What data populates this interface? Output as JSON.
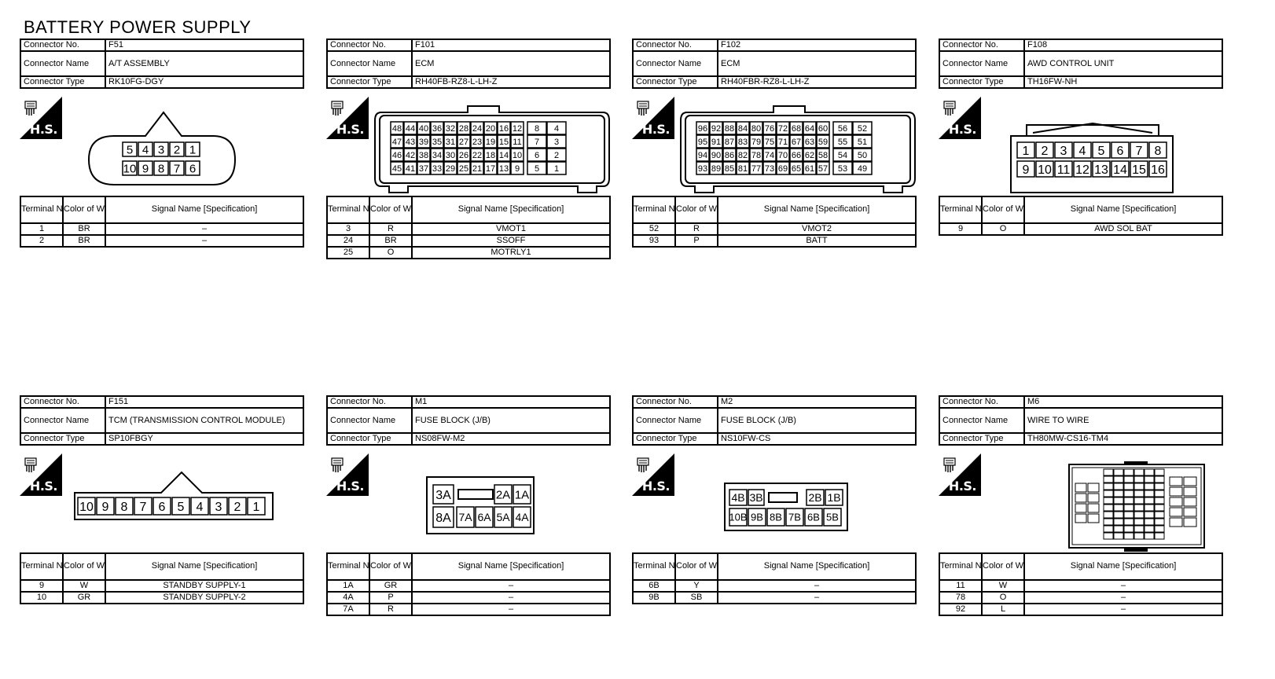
{
  "title": "BATTERY POWER SUPPLY",
  "labels": {
    "connector_no": "Connector No.",
    "connector_name": "Connector Name",
    "connector_type": "Connector Type",
    "terminal_no": "Terminal No.",
    "color_of_wire": "Color of Wire",
    "signal_name": "Signal Name [Specification]",
    "hs": "H.S."
  },
  "connectors": [
    {
      "no": "F51",
      "name": "A/T ASSEMBLY",
      "type": "RK10FG-DGY",
      "pin_rows": [
        [
          "5",
          "4",
          "3",
          "2",
          "1"
        ],
        [
          "10",
          "9",
          "8",
          "7",
          "6"
        ]
      ],
      "terminals": [
        {
          "terminal": "1",
          "color": "BR",
          "signal": "–"
        },
        {
          "terminal": "2",
          "color": "BR",
          "signal": "–"
        }
      ]
    },
    {
      "no": "F101",
      "name": "ECM",
      "type": "RH40FB-RZ8-L-LH-Z",
      "pin_rows": [
        [
          "48",
          "44",
          "40",
          "36",
          "32",
          "28",
          "24",
          "20",
          "16",
          "12",
          "8",
          "4"
        ],
        [
          "47",
          "43",
          "39",
          "35",
          "31",
          "27",
          "23",
          "19",
          "15",
          "11",
          "7",
          "3"
        ],
        [
          "46",
          "42",
          "38",
          "34",
          "30",
          "26",
          "22",
          "18",
          "14",
          "10",
          "6",
          "2"
        ],
        [
          "45",
          "41",
          "37",
          "33",
          "29",
          "25",
          "21",
          "17",
          "13",
          "9",
          "5",
          "1"
        ]
      ],
      "terminals": [
        {
          "terminal": "3",
          "color": "R",
          "signal": "VMOT1"
        },
        {
          "terminal": "24",
          "color": "BR",
          "signal": "SSOFF"
        },
        {
          "terminal": "25",
          "color": "O",
          "signal": "MOTRLY1"
        }
      ]
    },
    {
      "no": "F102",
      "name": "ECM",
      "type": "RH40FBR-RZ8-L-LH-Z",
      "pin_rows": [
        [
          "96",
          "92",
          "88",
          "84",
          "80",
          "76",
          "72",
          "68",
          "64",
          "60",
          "56",
          "52"
        ],
        [
          "95",
          "91",
          "87",
          "83",
          "79",
          "75",
          "71",
          "67",
          "63",
          "59",
          "55",
          "51"
        ],
        [
          "94",
          "90",
          "86",
          "82",
          "78",
          "74",
          "70",
          "66",
          "62",
          "58",
          "54",
          "50"
        ],
        [
          "93",
          "89",
          "85",
          "81",
          "77",
          "73",
          "69",
          "65",
          "61",
          "57",
          "53",
          "49"
        ]
      ],
      "terminals": [
        {
          "terminal": "52",
          "color": "R",
          "signal": "VMOT2"
        },
        {
          "terminal": "93",
          "color": "P",
          "signal": "BATT"
        }
      ]
    },
    {
      "no": "F108",
      "name": "AWD CONTROL UNIT",
      "type": "TH16FW-NH",
      "pin_rows": [
        [
          "1",
          "2",
          "3",
          "4",
          "5",
          "6",
          "7",
          "8"
        ],
        [
          "9",
          "10",
          "11",
          "12",
          "13",
          "14",
          "15",
          "16"
        ]
      ],
      "terminals": [
        {
          "terminal": "9",
          "color": "O",
          "signal": "AWD SOL BAT"
        }
      ]
    },
    {
      "no": "F151",
      "name": "TCM (TRANSMISSION CONTROL MODULE)",
      "type": "SP10FBGY",
      "pin_rows": [
        [
          "10",
          "9",
          "8",
          "7",
          "6",
          "5",
          "4",
          "3",
          "2",
          "1"
        ]
      ],
      "terminals": [
        {
          "terminal": "9",
          "color": "W",
          "signal": "STANDBY SUPPLY-1"
        },
        {
          "terminal": "10",
          "color": "GR",
          "signal": "STANDBY SUPPLY-2"
        }
      ]
    },
    {
      "no": "M1",
      "name": "FUSE BLOCK (J/B)",
      "type": "NS08FW-M2",
      "pin_rows": [
        [
          "3A",
          "",
          "2A",
          "1A"
        ],
        [
          "8A",
          "7A",
          "6A",
          "5A",
          "4A"
        ]
      ],
      "terminals": [
        {
          "terminal": "1A",
          "color": "GR",
          "signal": "–"
        },
        {
          "terminal": "4A",
          "color": "P",
          "signal": "–"
        },
        {
          "terminal": "7A",
          "color": "R",
          "signal": "–"
        }
      ]
    },
    {
      "no": "M2",
      "name": "FUSE BLOCK (J/B)",
      "type": "NS10FW-CS",
      "pin_rows": [
        [
          "4B",
          "3B",
          "",
          "2B",
          "1B"
        ],
        [
          "10B",
          "9B",
          "8B",
          "7B",
          "6B",
          "5B"
        ]
      ],
      "terminals": [
        {
          "terminal": "6B",
          "color": "Y",
          "signal": "–"
        },
        {
          "terminal": "9B",
          "color": "SB",
          "signal": "–"
        }
      ]
    },
    {
      "no": "M6",
      "name": "WIRE TO WIRE",
      "type": "TH80MW-CS16-TM4",
      "pin_rows": [],
      "terminals": [
        {
          "terminal": "11",
          "color": "W",
          "signal": "–"
        },
        {
          "terminal": "78",
          "color": "O",
          "signal": "–"
        },
        {
          "terminal": "92",
          "color": "L",
          "signal": "–"
        }
      ]
    }
  ]
}
